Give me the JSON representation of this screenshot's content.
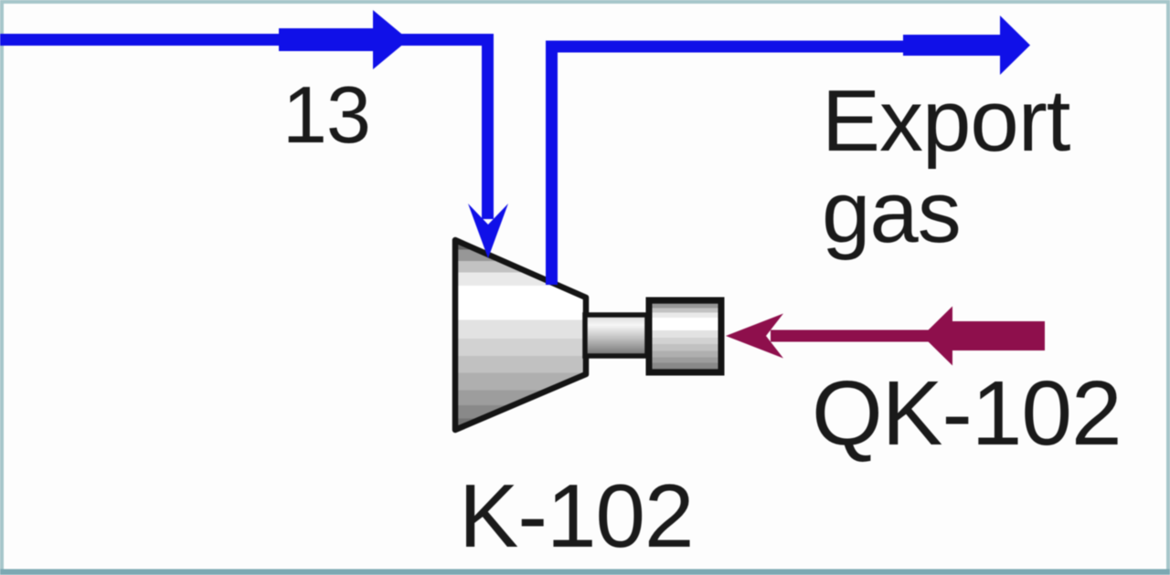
{
  "diagram": {
    "streams": {
      "feed": {
        "label": "13",
        "type": "material-stream"
      },
      "export": {
        "label": "Export\ngas",
        "type": "material-stream"
      },
      "energy": {
        "label": "QK-102",
        "type": "energy-stream"
      }
    },
    "equipment": {
      "compressor": {
        "label": "K-102",
        "type": "compressor"
      }
    },
    "colors": {
      "material_stream": "#1010e8",
      "energy_stream": "#8e0f4c",
      "label_text": "#1a1a1a",
      "frame": "#a6c6ca",
      "frame_bottom": "#7ca8b2",
      "equipment_outline": "#141414",
      "background": "#fdfdfd"
    }
  }
}
